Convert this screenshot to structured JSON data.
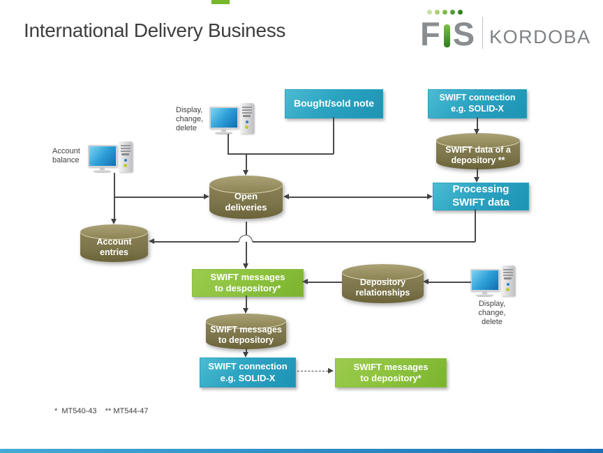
{
  "slide": {
    "title": "International Delivery Business",
    "footnote": "*  MT540-43    ** MT544-47"
  },
  "logo": {
    "fis_f": "F",
    "fis_s": "S",
    "kordoba": "KORDOBA",
    "dot_styles": [
      "background:#c8df9f",
      "background:#a9d172",
      "background:#7fbb4c",
      "background:#4f9e33",
      "background:#2f8220"
    ]
  },
  "decor": {
    "top_mark_style": "background:#76b82a",
    "bottom_bar_style": "background:linear-gradient(90deg,#45abd7,#1a70b8)"
  },
  "colors": {
    "teal_box": "#2ba3c1",
    "green_box": "#8cc23d",
    "olive_cylinder": "#837b4d",
    "connector": "#4a4a4c",
    "title_text": "#3d3d40"
  },
  "nodes": {
    "bought_sold_note": "Bought/sold note",
    "swift_connection_top": "SWIFT connection\ne.g. SOLID-X",
    "swift_data_of_depository": "SWIFT data of a\ndepository **",
    "processing_swift_data": "Processing\nSWIFT data",
    "open_deliveries": "Open\ndeliveries",
    "account_entries": "Account\nentries",
    "swift_messages_to_despository": "SWIFT messages\nto despository*",
    "depository_relationships": "Depository\nrelationships",
    "swift_messages_to_depository_db": "SWIFT messages\nto depository",
    "swift_connection_bottom": "SWIFT connection\ne.g. SOLID-X",
    "swift_messages_to_depository_out": "SWIFT messages\nto  depository*"
  },
  "labels": {
    "display_change_delete_top": "Display,\nchange,\ndelete",
    "account_balance": "Account\nbalance",
    "display_change_delete_right": "Display,\nchange,\ndelete"
  }
}
